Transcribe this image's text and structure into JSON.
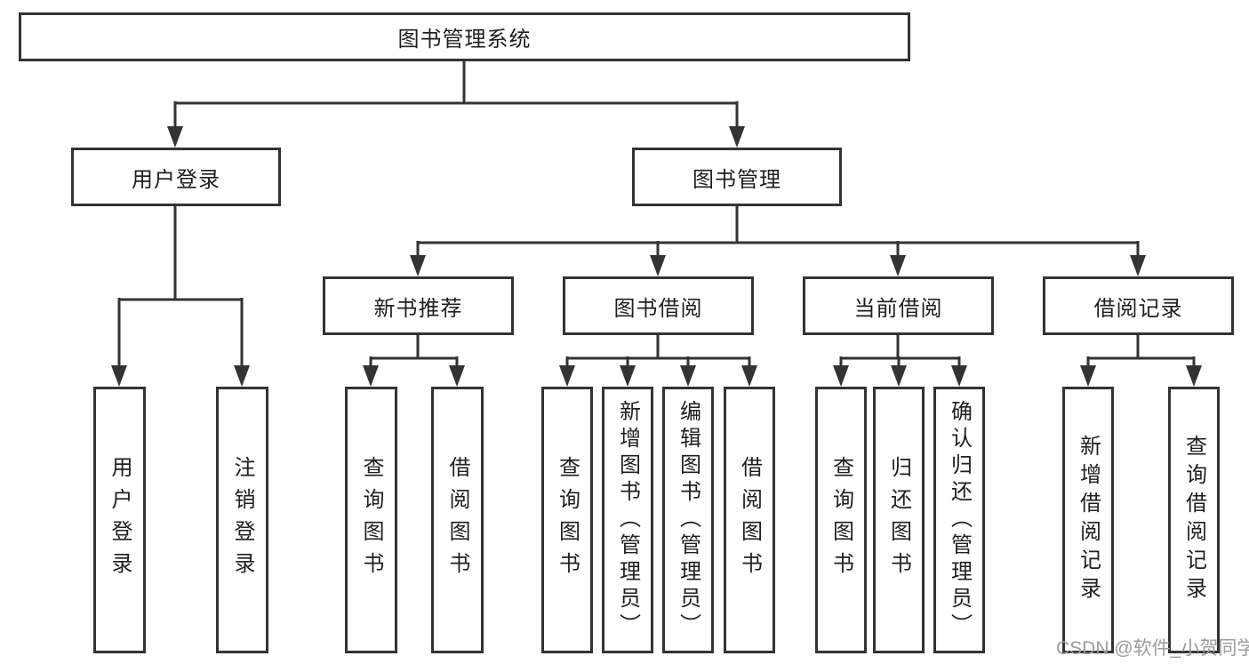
{
  "diagram": {
    "root": {
      "label": "图书管理系统"
    },
    "branches": [
      {
        "label": "用户登录",
        "children": [
          {
            "label": "用户登录"
          },
          {
            "label": "注销登录"
          }
        ]
      },
      {
        "label": "图书管理",
        "groups": [
          {
            "label": "新书推荐",
            "children": [
              {
                "label": "查询图书"
              },
              {
                "label": "借阅图书"
              }
            ]
          },
          {
            "label": "图书借阅",
            "children": [
              {
                "label": "查询图书"
              },
              {
                "label": "新增图书（管理员）"
              },
              {
                "label": "编辑图书（管理员）"
              },
              {
                "label": "借阅图书"
              }
            ]
          },
          {
            "label": "当前借阅",
            "children": [
              {
                "label": "查询图书"
              },
              {
                "label": "归还图书"
              },
              {
                "label": "确认归还（管理员）"
              }
            ]
          },
          {
            "label": "借阅记录",
            "children": [
              {
                "label": "新增借阅记录"
              },
              {
                "label": "查询借阅记录"
              }
            ]
          }
        ]
      }
    ]
  },
  "watermark": {
    "text": "CSDN @软件_小贺同学"
  },
  "colors": {
    "line": "#333333",
    "text": "#1f1f1f",
    "background": "#ffffff",
    "watermark": "#9c9c9c"
  }
}
